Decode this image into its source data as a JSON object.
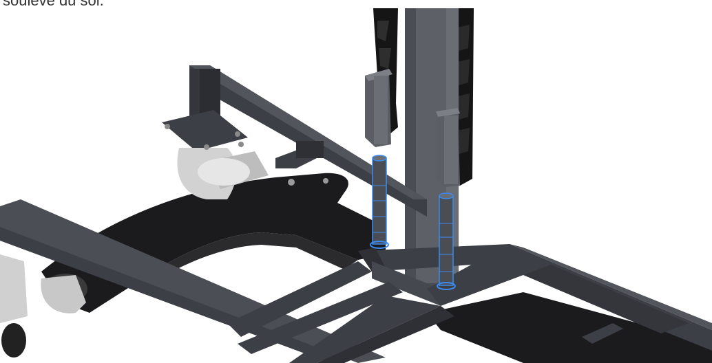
{
  "caption": "soulevé du sol.",
  "colors": {
    "background": "#ffffff",
    "frame": "#3d3f46",
    "frame_dark": "#23252b",
    "mast": "#5a5d63",
    "plate": "#1c1c1e",
    "caster": "#c9c9c9",
    "pin_highlight": "#3b8cf0"
  },
  "objects": [
    "tube-frame",
    "vertical-mast",
    "base-plate",
    "caster-wheel",
    "alignment-pin",
    "square-socket",
    "lattice-arm",
    "bolt"
  ]
}
